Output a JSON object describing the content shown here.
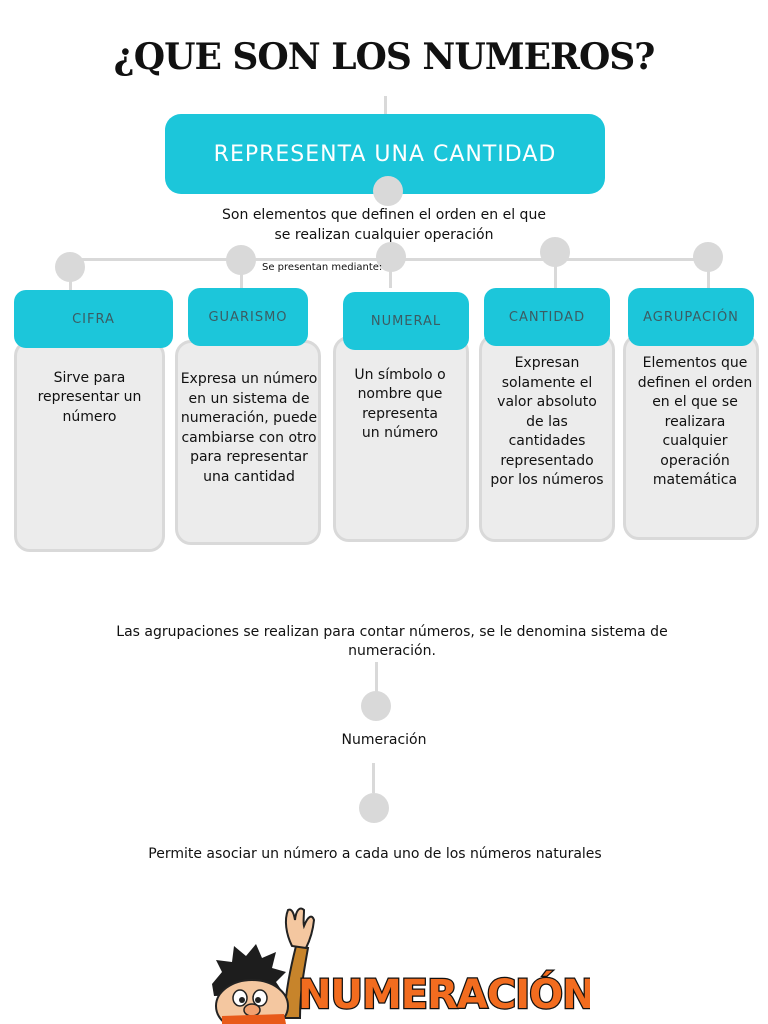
{
  "title": "¿QUE SON LOS NUMEROS?",
  "main_box": "REPRESENTA UNA CANTIDAD",
  "intro_lines": [
    "Son elementos que definen el orden en el que",
    "se realizan cualquier operación"
  ],
  "sub_label": "Se presentan mediante:",
  "categories": [
    {
      "label": "CIFRA",
      "lines": [
        "Sirve para",
        "representar un",
        "número"
      ]
    },
    {
      "label": "GUARISMO",
      "lines": [
        "Expresa un número",
        "en un sistema de",
        "numeración, puede",
        "cambiarse con otro",
        "para representar",
        "una cantidad"
      ]
    },
    {
      "label": "NUMERAL",
      "lines": [
        "Un símbolo o",
        "nombre que",
        "representa",
        "un número"
      ]
    },
    {
      "label": "CANTIDAD",
      "lines": [
        "Expresan",
        "solamente el",
        "valor absoluto",
        "de las",
        "cantidades",
        "representado",
        "por los números"
      ]
    },
    {
      "label": "AGRUPACIÓN",
      "lines": [
        "Elementos que",
        "definen el orden",
        "en el que se",
        "realizara",
        "cualquier",
        "operación",
        "matemática"
      ]
    }
  ],
  "groupings_lines": [
    "Las agrupaciones se realizan para contar números, se le denomina sistema de",
    "numeración."
  ],
  "numeracion_label": "Numeración",
  "final_text": "Permite asociar un número a cada uno de los números naturales",
  "logo_text": "NUMERACIÓN",
  "colors": {
    "accent": "#1cc6da",
    "connector": "#d9d9d9",
    "card": "#ececec",
    "logo": "#f26c1f"
  }
}
